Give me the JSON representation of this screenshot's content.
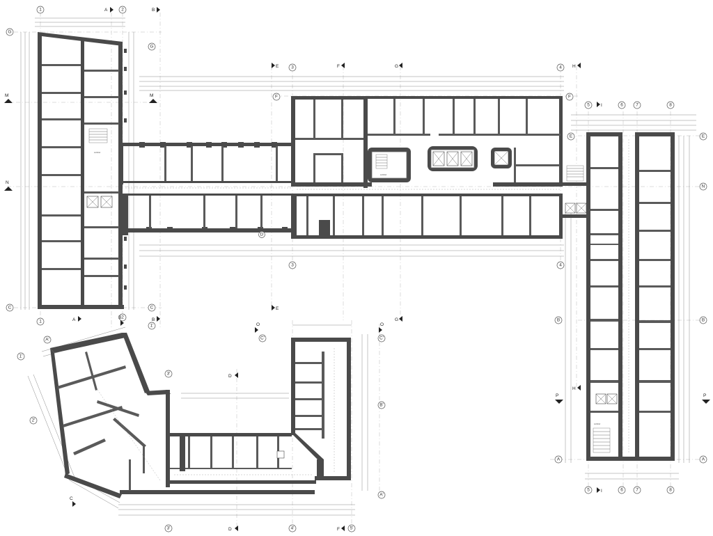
{
  "drawing": {
    "type": "architectural-floor-plan",
    "colors": {
      "wall": "#4a4a4a",
      "grid": "#b8b8b8",
      "paper": "#ffffff",
      "text": "#333333"
    }
  },
  "grid_axes": {
    "top_numbers": [
      "1",
      "2",
      "3",
      "4"
    ],
    "right_wing_numbers": [
      "5",
      "6",
      "7",
      "8"
    ],
    "left_letters": [
      "G",
      "M",
      "N",
      "C"
    ],
    "right_letters": [
      "E",
      "N",
      "B",
      "A"
    ],
    "wing_letters": [
      "F",
      "G",
      "C",
      "D",
      "E",
      "P"
    ],
    "lower_primed": [
      "1'",
      "2'",
      "3'",
      "4'",
      "5'",
      "A'",
      "B'",
      "C'"
    ]
  },
  "section_marks": [
    "A",
    "B",
    "D",
    "E",
    "F",
    "G",
    "H",
    "I",
    "M",
    "N",
    "O",
    "P",
    "C"
  ],
  "room_tags": [
    "Lichthof",
    "Lichthof",
    "Lichthof"
  ]
}
